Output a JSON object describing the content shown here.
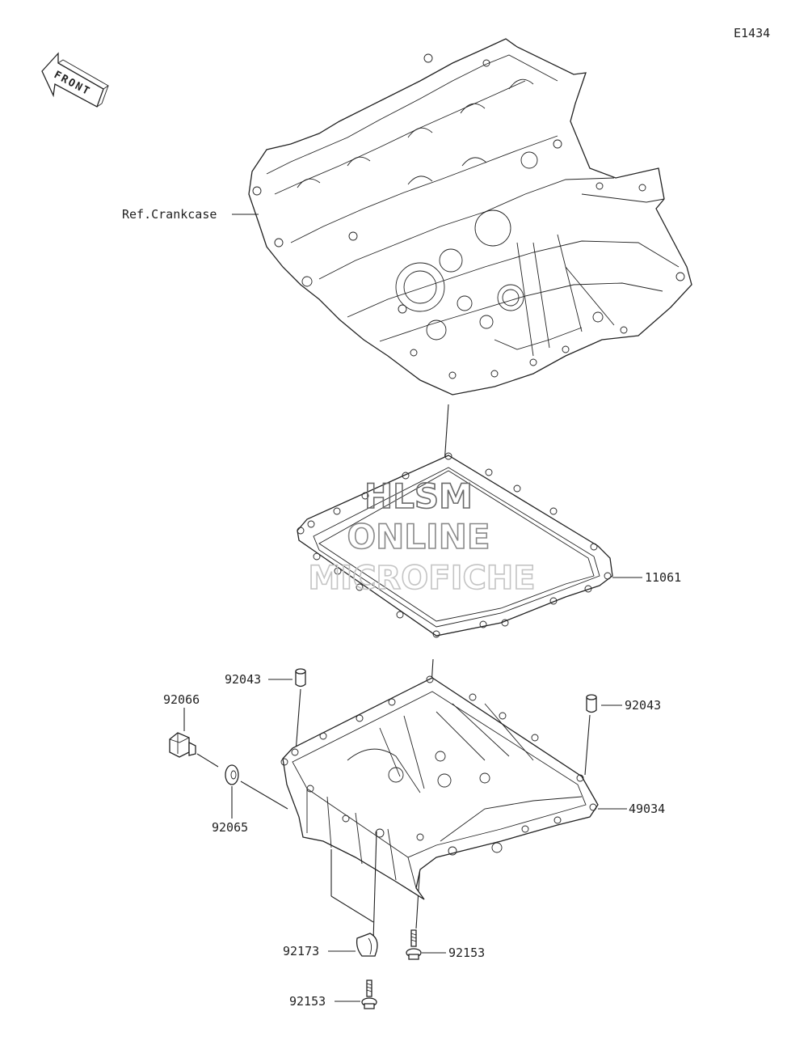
{
  "diagram": {
    "code": "E1434",
    "front_label": "FRONT",
    "watermark": {
      "line1": "HLSM",
      "line2": "ONLINE",
      "line3": "MICROFICHE",
      "colors": [
        "#6a6a6a",
        "#8a8a8a",
        "#c4c4c4"
      ]
    },
    "labels": {
      "crankcase": "Ref.Crankcase",
      "gasket": "11061",
      "pin_left": "92043",
      "pin_right": "92043",
      "drain_plug": "92066",
      "washer": "92065",
      "oil_pan": "49034",
      "clamp": "92173",
      "bolt_center": "92153",
      "bolt_bottom": "92153"
    }
  }
}
